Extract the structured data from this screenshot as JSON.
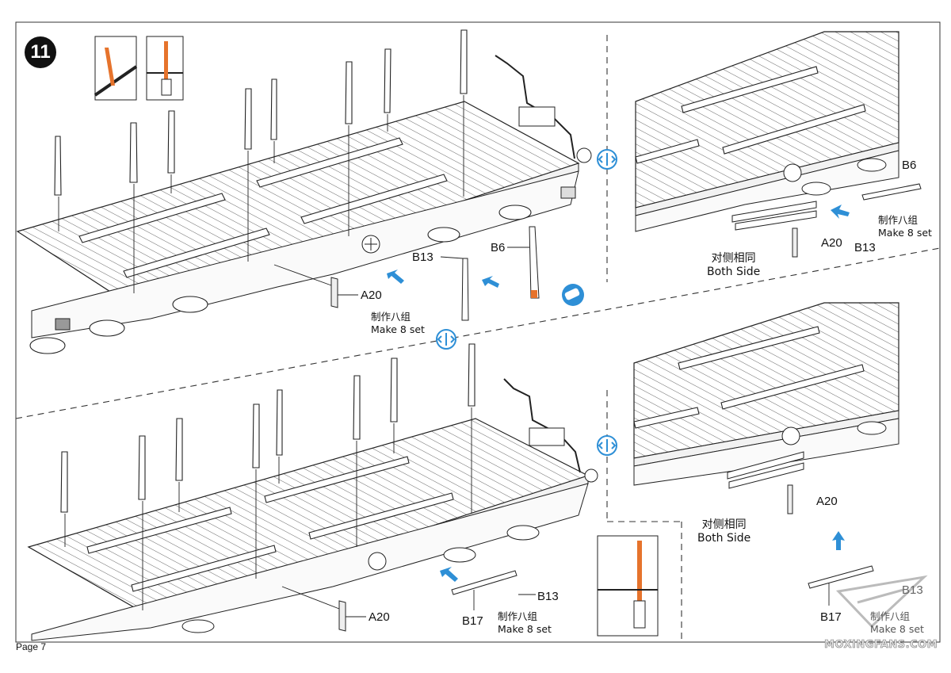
{
  "step": {
    "number": "11"
  },
  "page": {
    "label": "Page 7"
  },
  "labels": {
    "a20": "A20",
    "b13": "B13",
    "b6": "B6",
    "b17": "B17"
  },
  "notes": {
    "make_cn": "制作八组",
    "make_en": "Make 8 set",
    "both_cn": "对侧相同",
    "both_en": "Both Side"
  },
  "watermark": {
    "text": "MOXINGFANS.COM"
  },
  "colors": {
    "accent_blue": "#2e8fd6",
    "highlight_orange": "#e6732c",
    "line": "#222222"
  },
  "icons": [
    "symmetry-icon",
    "arrow-icon",
    "glue-icon"
  ]
}
